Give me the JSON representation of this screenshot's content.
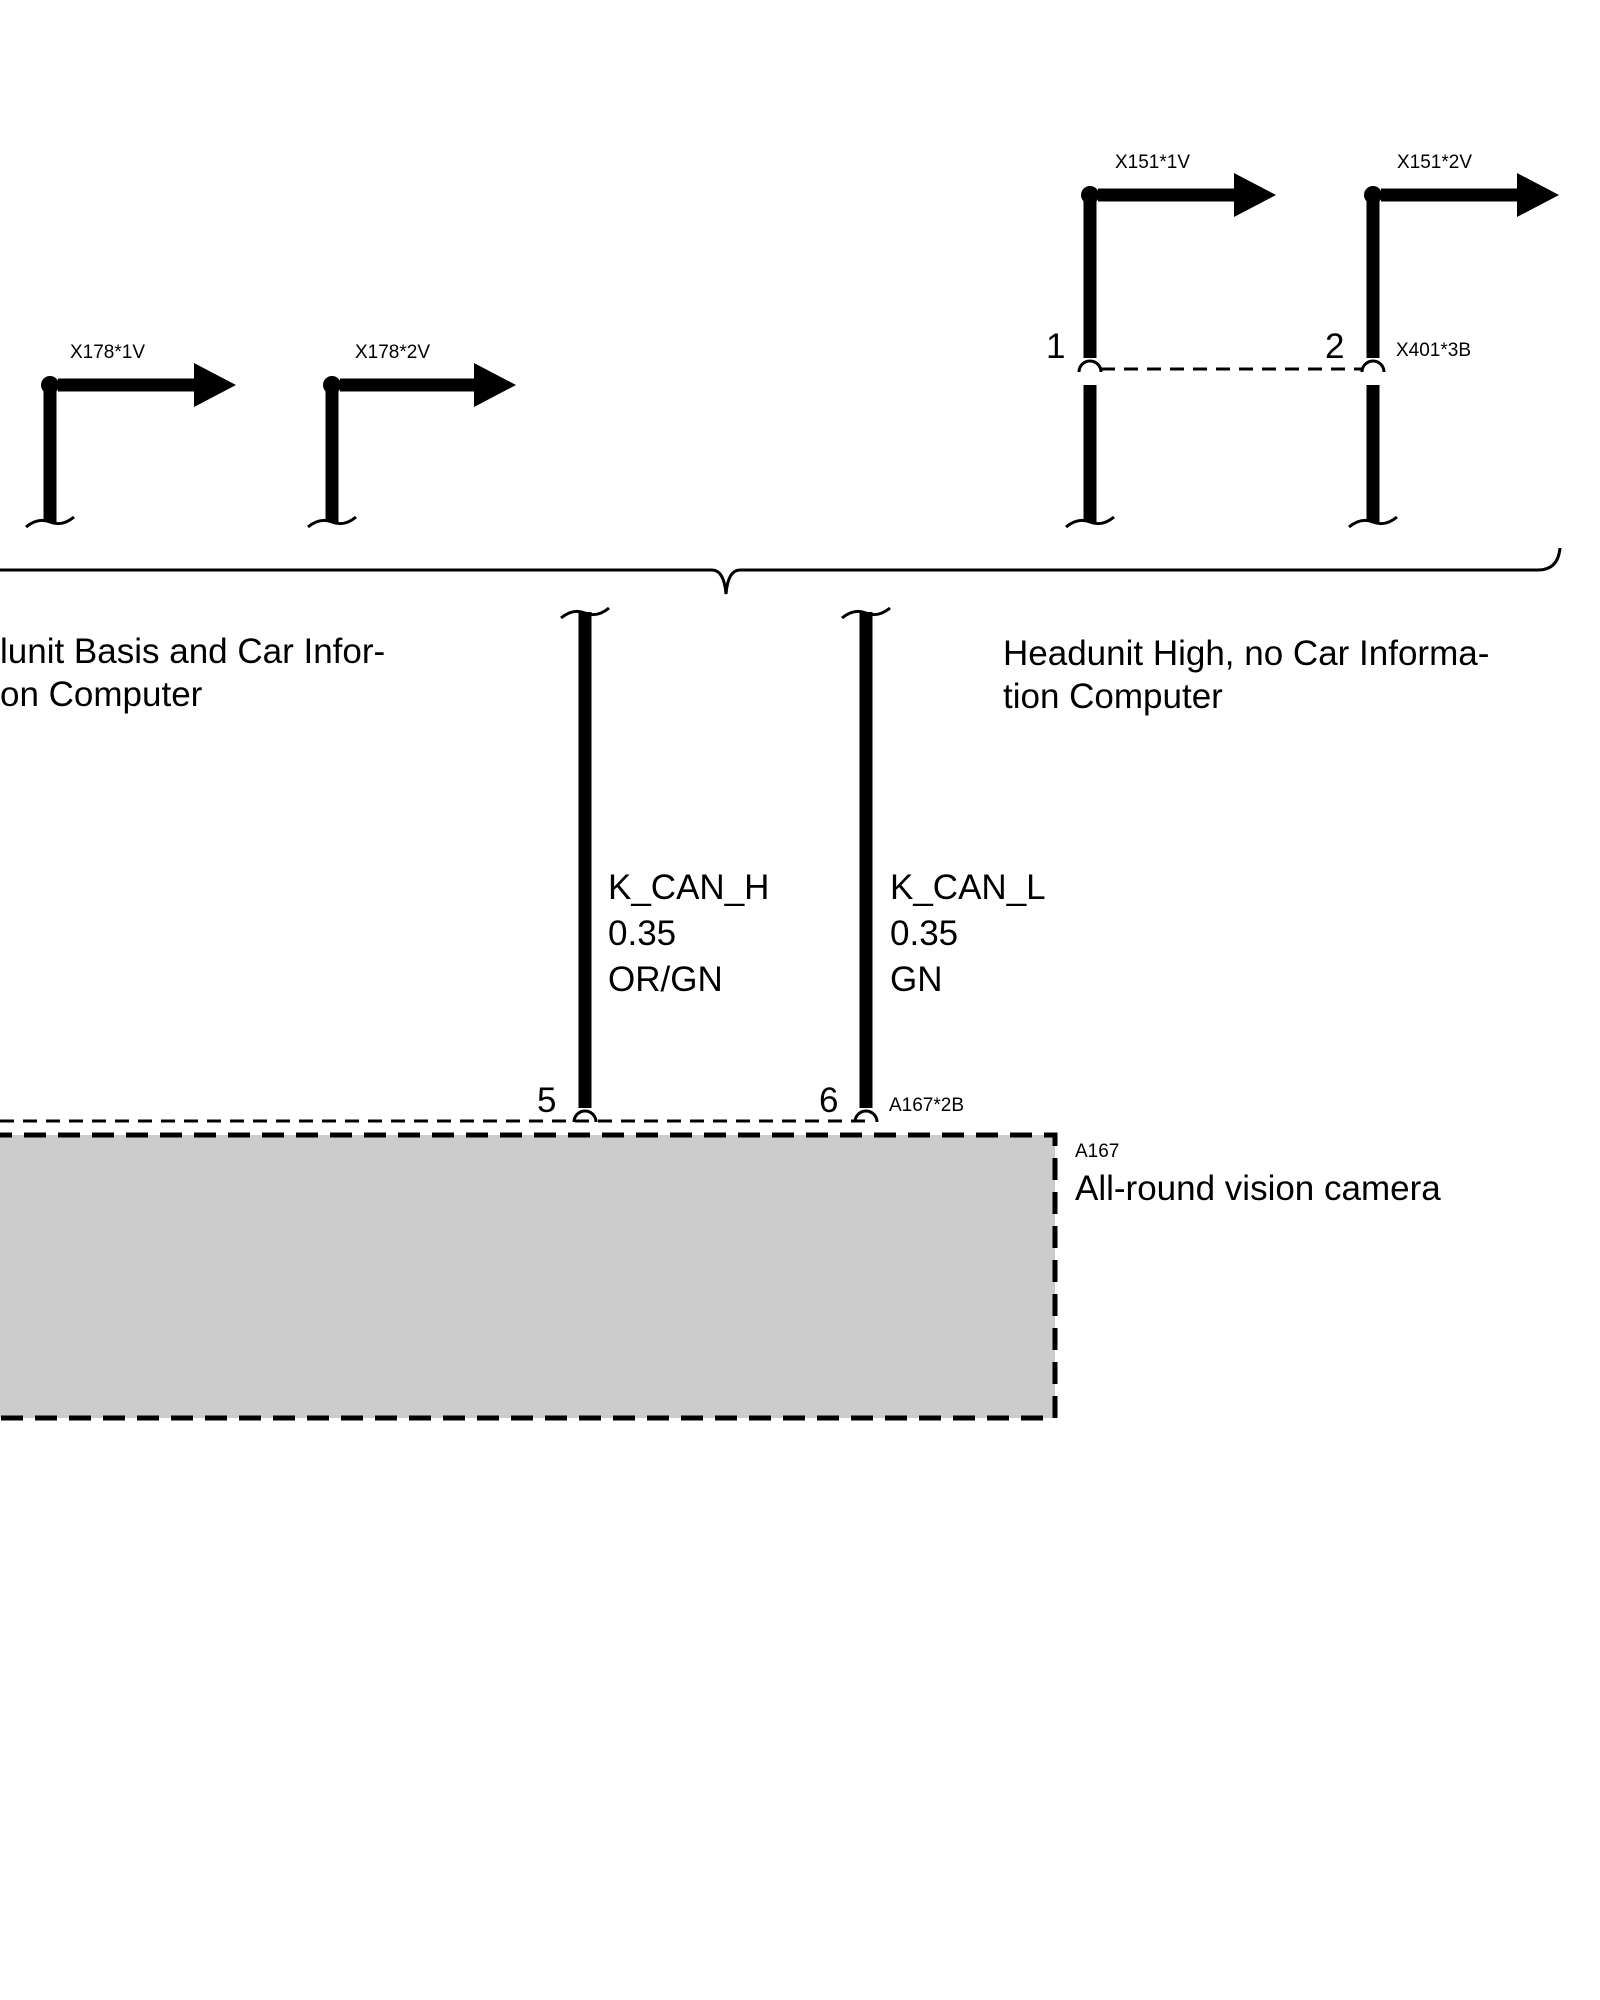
{
  "connectors": {
    "x178_1v": "X178*1V",
    "x178_2v": "X178*2V",
    "x151_1v": "X151*1V",
    "x151_2v": "X151*2V",
    "x401_3b": "X401*3B",
    "a167_2b": "A167*2B"
  },
  "pins": {
    "pin_1": "1",
    "pin_2": "2",
    "pin_5": "5",
    "pin_6": "6"
  },
  "variants": {
    "left_line1": "lunit Basis and Car Infor-",
    "left_line2": "on Computer",
    "right_line1": "Headunit High, no Car Informa-",
    "right_line2": "tion Computer"
  },
  "wires": {
    "can_h": {
      "signal": "K_CAN_H",
      "size": "0.35",
      "color": "OR/GN"
    },
    "can_l": {
      "signal": "K_CAN_L",
      "size": "0.35",
      "color": "GN"
    }
  },
  "component": {
    "id": "A167",
    "name": "All-round vision camera",
    "fill_color": "#cccccc"
  }
}
